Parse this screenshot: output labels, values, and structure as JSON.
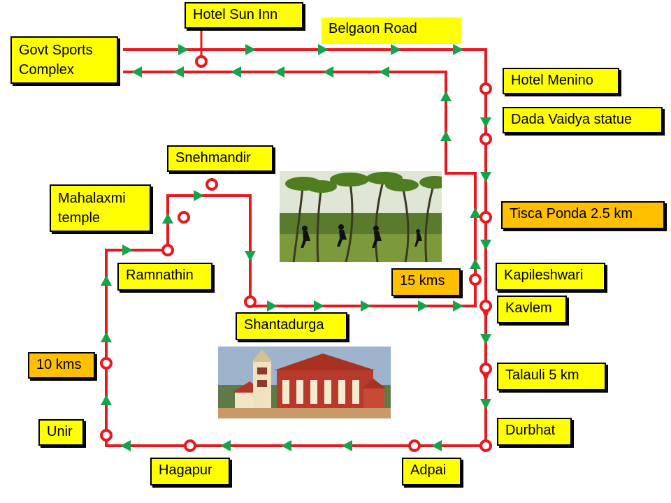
{
  "labels": {
    "hotel_sun_inn": "Hotel Sun Inn",
    "belgaon_road": "Belgaon Road",
    "govt_sports_complex": "Govt Sports Complex",
    "hotel_menino": "Hotel Menino",
    "dada_vaidya_statue": "Dada Vaidya statue",
    "snehmandir": "Snehmandir",
    "mahalaxmi_temple": "Mahalaxmi temple",
    "tisca_ponda": "Tisca Ponda 2.5 km",
    "ramnathin": "Ramnathin",
    "fifteen_kms": "15 kms",
    "kapileshwari": "Kapileshwari",
    "kavlem": "Kavlem",
    "shantadurga": "Shantadurga",
    "ten_kms": "10 kms",
    "talauli": "Talauli  5 km",
    "unir": "Unir",
    "durbhat": "Durbhat",
    "hagapur": "Hagapur",
    "adpai": "Adpai"
  },
  "colors": {
    "route_line": "#e8191e",
    "direction_arrow": "#14a44a",
    "label_fill": "#ffff00",
    "distance_label_fill": "#ffc000",
    "label_border": "#000000"
  },
  "images": {
    "runners_photo": "runners-among-palm-trees-photo",
    "temple_photo": "shantadurga-temple-photo"
  }
}
